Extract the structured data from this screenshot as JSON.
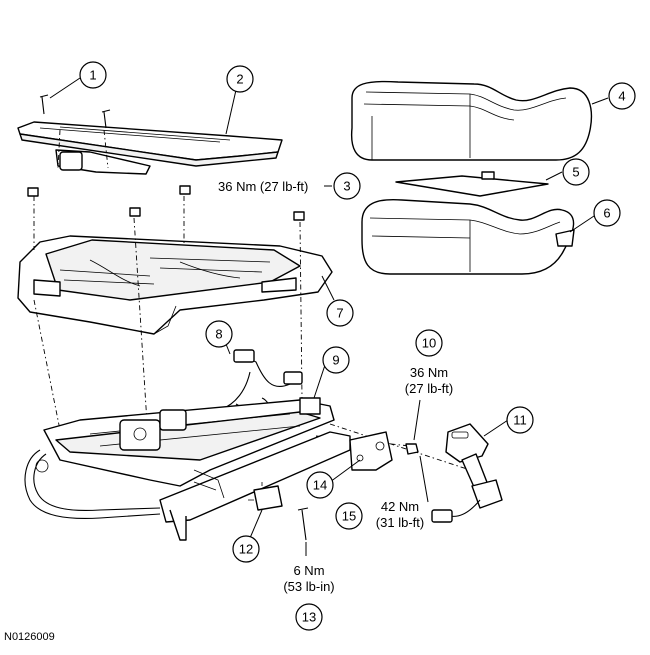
{
  "figure_id": "N0126009",
  "callouts": [
    {
      "num": "1"
    },
    {
      "num": "2"
    },
    {
      "num": "3"
    },
    {
      "num": "4"
    },
    {
      "num": "5"
    },
    {
      "num": "6"
    },
    {
      "num": "7"
    },
    {
      "num": "8"
    },
    {
      "num": "9"
    },
    {
      "num": "10"
    },
    {
      "num": "11"
    },
    {
      "num": "12"
    },
    {
      "num": "13"
    },
    {
      "num": "14"
    },
    {
      "num": "15"
    }
  ],
  "torque_specs": {
    "item3": {
      "line1": "36 Nm (27 lb-ft)"
    },
    "item10": {
      "line1": "36 Nm",
      "line2": "(27 lb-ft)"
    },
    "item13": {
      "line1": "6 Nm",
      "line2": "(53 lb-in)"
    },
    "item15": {
      "line1": "42 Nm",
      "line2": "(31 lb-ft)"
    }
  }
}
